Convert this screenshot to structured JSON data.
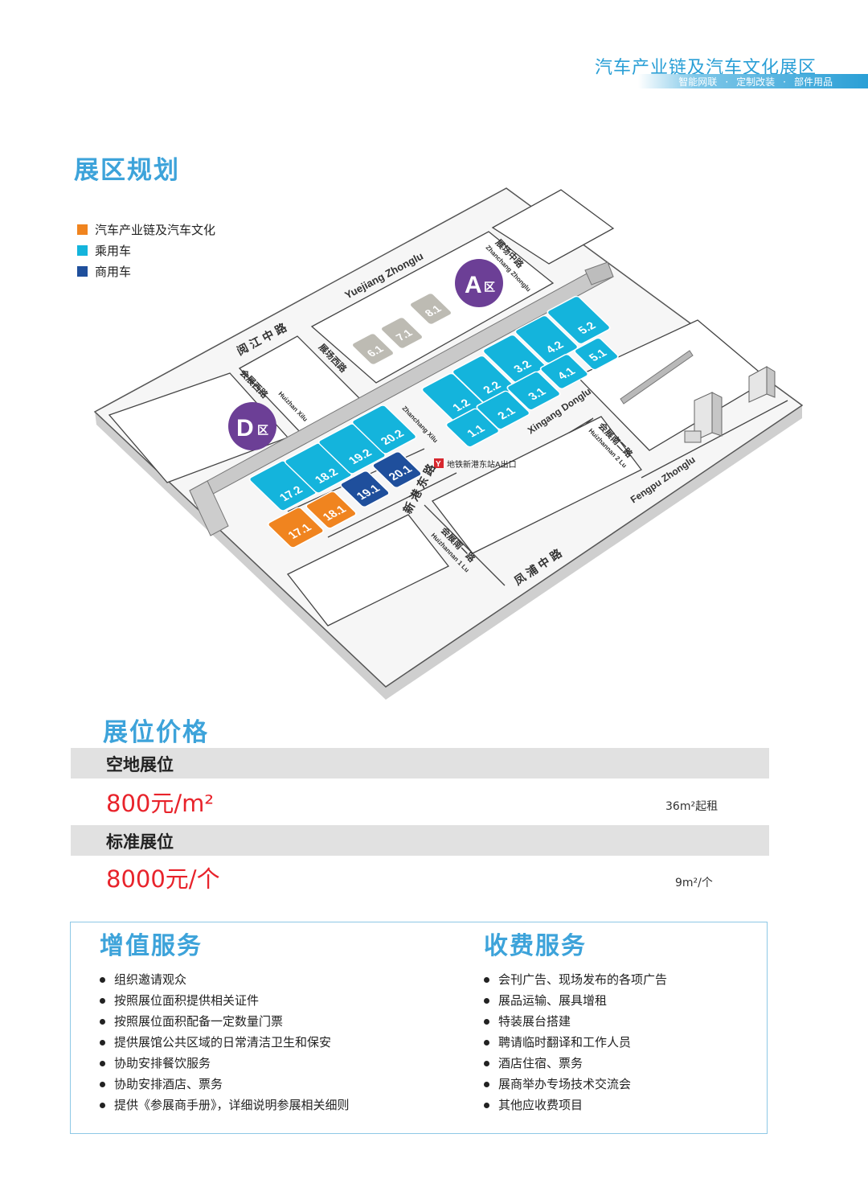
{
  "header": {
    "title": "汽车产业链及汽车文化展区",
    "subtitle_items": [
      "智能网联",
      "定制改装",
      "部件用品"
    ],
    "subtitle_separator": "·"
  },
  "zone_plan": {
    "title": "展区规划",
    "legend": [
      {
        "label": "汽车产业链及汽车文化",
        "color": "#f0841f"
      },
      {
        "label": "乘用车",
        "color": "#14b4dc"
      },
      {
        "label": "商用车",
        "color": "#1f4f9c"
      }
    ],
    "zone_labels": {
      "a": {
        "letter": "A",
        "suffix": "区"
      },
      "d": {
        "letter": "D",
        "suffix": "区"
      }
    },
    "halls": {
      "h6_1": "6.1",
      "h7_1": "7.1",
      "h8_1": "8.1",
      "h1_2": "1.2",
      "h2_2": "2.2",
      "h3_2": "3.2",
      "h4_2": "4.2",
      "h5_2": "5.2",
      "h1_1": "1.1",
      "h2_1": "2.1",
      "h3_1": "3.1",
      "h4_1": "4.1",
      "h5_1": "5.1",
      "h17_2": "17.2",
      "h18_2": "18.2",
      "h19_2": "19.2",
      "h20_2": "20.2",
      "h17_1": "17.1",
      "h18_1": "18.1",
      "h19_1": "19.1",
      "h20_1": "20.1"
    },
    "hall_colors": {
      "grey": "#bdbbb3",
      "passenger": "#14b4dc",
      "commercial": "#1f4f9c",
      "industry": "#f0841f"
    },
    "roads": {
      "yuejiang_zhonglu_en": "Yuejiang Zhonglu",
      "yuejiang_zhonglu_cn": "阅 江 中 路",
      "zhanchang_zhonglu_cn": "展场中路",
      "zhanchang_zhonglu_en": "Zhanchang Zhonglu",
      "zhanchang_xilu_cn": "展场西路",
      "zhanchang_xilu_en": "Zhanchang Xilu",
      "huizhan_xilu_cn": "会展西路",
      "huizhan_xilu_en": "Huizhan Xilu",
      "xingang_donglu_en": "Xingang Donglu",
      "xingang_donglu_cn": "新 港 东 路",
      "huizhannan_2lu_cn": "会展南二路",
      "huizhannan_2lu_en": "Huizhannan 2 Lu",
      "huizhannan_1lu_cn": "会展南一路",
      "huizhannan_1lu_en": "Huizhannan 1 Lu",
      "fengpu_zhonglu_en": "Fengpu Zhonglu",
      "fengpu_zhonglu_cn": "凤 浦 中 路"
    },
    "metro_exit": "地铁新港东站A出口"
  },
  "pricing": {
    "title": "展位价格",
    "items": [
      {
        "name": "空地展位",
        "price": "800元/m²",
        "note": "36m²起租"
      },
      {
        "name": "标准展位",
        "price": "8000元/个",
        "note": "9m²/个"
      }
    ]
  },
  "services": {
    "value_added": {
      "title": "增值服务",
      "items": [
        "组织邀请观众",
        "按照展位面积提供相关证件",
        "按照展位面积配备一定数量门票",
        "提供展馆公共区域的日常清洁卫生和保安",
        "协助安排餐饮服务",
        "协助安排酒店、票务",
        "提供《参展商手册》，详细说明参展相关细则"
      ]
    },
    "paid": {
      "title": "收费服务",
      "items": [
        "会刊广告、现场发布的各项广告",
        "展品运输、展具增租",
        "特装展台搭建",
        "聘请临时翻译和工作人员",
        "酒店住宿、票务",
        "展商举办专场技术交流会",
        "其他应收费项目"
      ]
    }
  }
}
